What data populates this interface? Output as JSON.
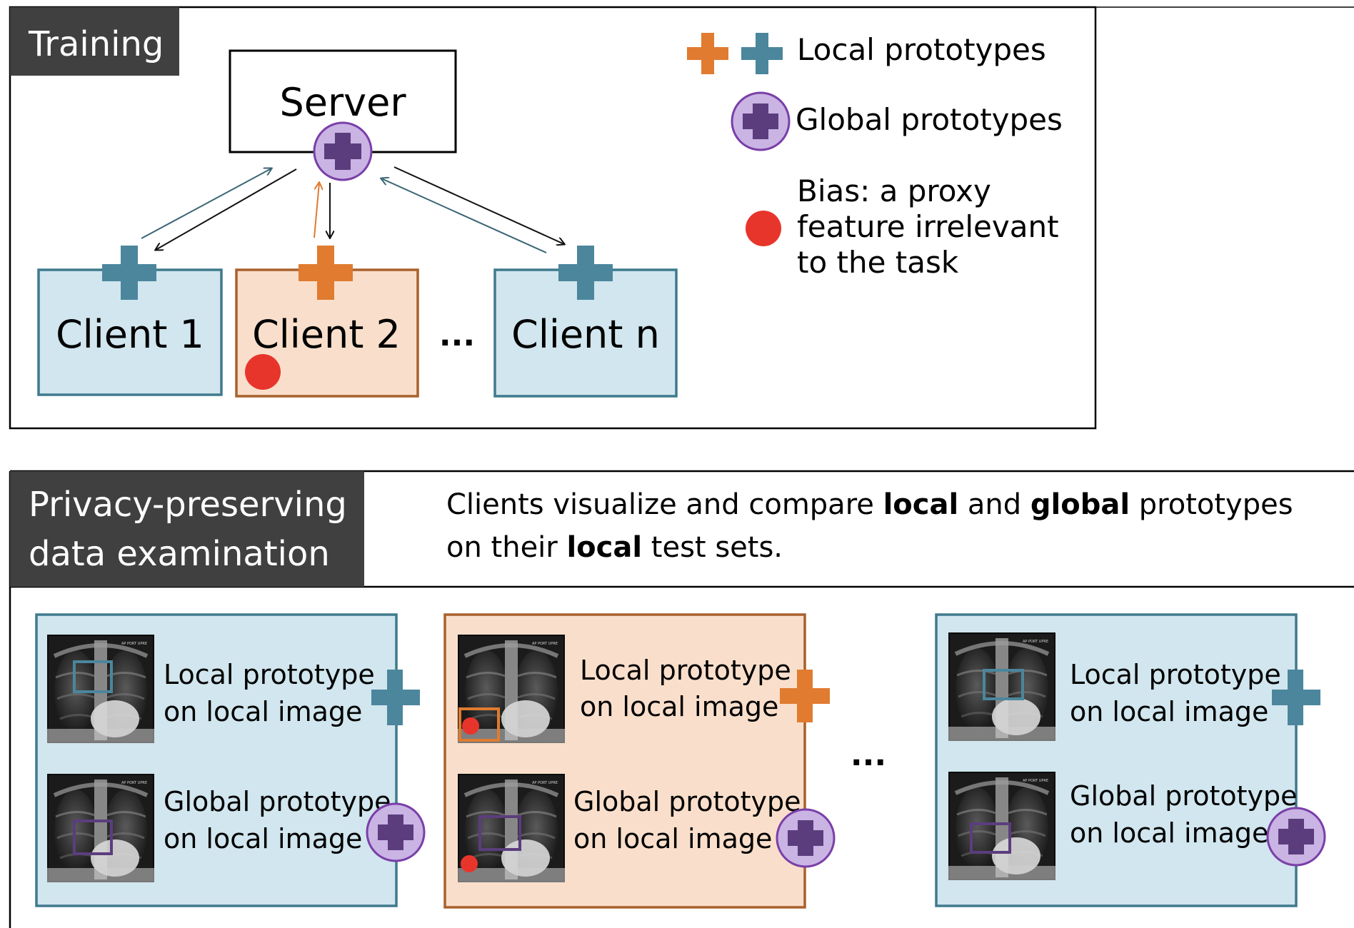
{
  "training": {
    "header": "Training",
    "server_label": "Server",
    "clients": [
      "Client 1",
      "Client 2",
      "Client n"
    ],
    "ellipsis": "...",
    "legend": {
      "local_label": "Local prototypes",
      "global_label": "Global prototypes",
      "bias_lines": [
        "Bias: a proxy",
        "feature irrelevant",
        "to the task"
      ]
    }
  },
  "examination": {
    "header_lines": [
      "Privacy-preserving",
      "data examination"
    ],
    "description": {
      "line1": [
        {
          "text": "Clients visualize and compare ",
          "bold": false
        },
        {
          "text": "local",
          "bold": true
        },
        {
          "text": " and ",
          "bold": false
        },
        {
          "text": "global",
          "bold": true
        },
        {
          "text": " prototypes",
          "bold": false
        }
      ],
      "line2": [
        {
          "text": "on their ",
          "bold": false
        },
        {
          "text": "local",
          "bold": true
        },
        {
          "text": " test sets.",
          "bold": false
        }
      ]
    },
    "cards": [
      {
        "local_lines": [
          "Local prototype",
          "on local image"
        ],
        "global_lines": [
          "Global prototype",
          "on local image"
        ]
      },
      {
        "local_lines": [
          "Local prototype",
          "on local image"
        ],
        "global_lines": [
          "Global prototype",
          "on local image"
        ]
      },
      {
        "local_lines": [
          "Local prototype",
          "on local image"
        ],
        "global_lines": [
          "Global prototype",
          "on local image"
        ]
      }
    ],
    "ellipsis": "...",
    "xray_caption": "AP PORT UPRE"
  },
  "colors": {
    "blue_fill": "#d1e6ee",
    "blue_stroke": "#3f7a8e",
    "orange_fill": "#f9dfcb",
    "orange_stroke": "#a8612c",
    "orange_cross": "#e07b30",
    "blue_cross": "#4b869d",
    "purple_fill": "#c9b4e4",
    "purple_stroke": "#7a3fa8",
    "purple_cross": "#5b3d7e",
    "bias_red": "#e8352b",
    "header_bg": "#404040"
  }
}
